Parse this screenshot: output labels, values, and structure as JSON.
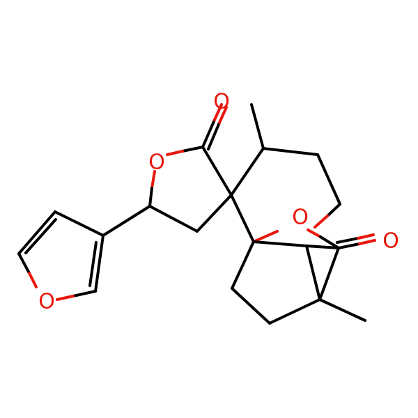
{
  "molecule": {
    "atoms": {
      "o_carbonyl_lactone": "O",
      "o_ring_lactone": "O",
      "o_furan": "O",
      "o_bridge": "O",
      "o_carbonyl_ketone": "O"
    },
    "colors": {
      "bond": "#000000",
      "heteroatom_oxygen": "#e8160c",
      "background": "#ffffff"
    }
  }
}
